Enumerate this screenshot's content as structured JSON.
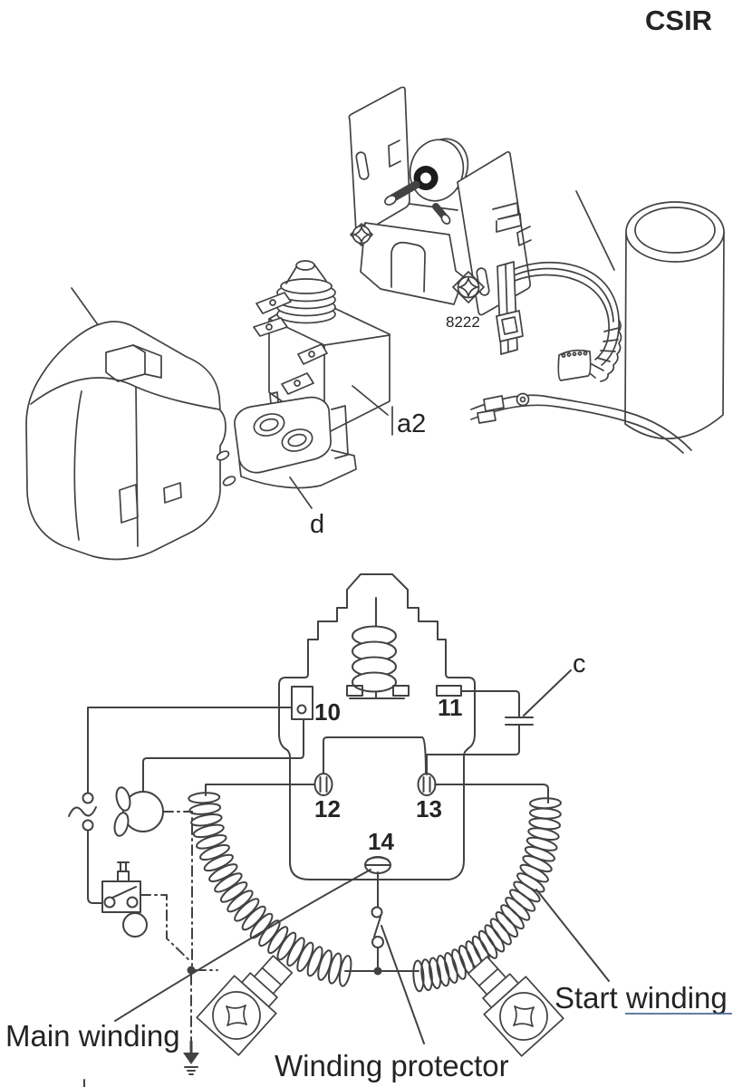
{
  "title": "CSIR",
  "colors": {
    "ink": "#424242",
    "text": "#242424",
    "dark_fill": "#1c1c1c",
    "underline": "#4b6b96",
    "background": "#ffffff"
  },
  "exploded_view": {
    "part_number": "8222",
    "labels": {
      "relay": "a2",
      "overload_protector": "d"
    }
  },
  "schematic": {
    "terminal_labels": {
      "t10": "10",
      "t11": "11",
      "t12": "12",
      "t13": "13",
      "t14": "14"
    },
    "component_labels": {
      "capacitor": "c"
    },
    "annotations": {
      "main_winding": "Main winding",
      "winding_protector": "Winding protector",
      "start_winding": "Start winding"
    }
  }
}
